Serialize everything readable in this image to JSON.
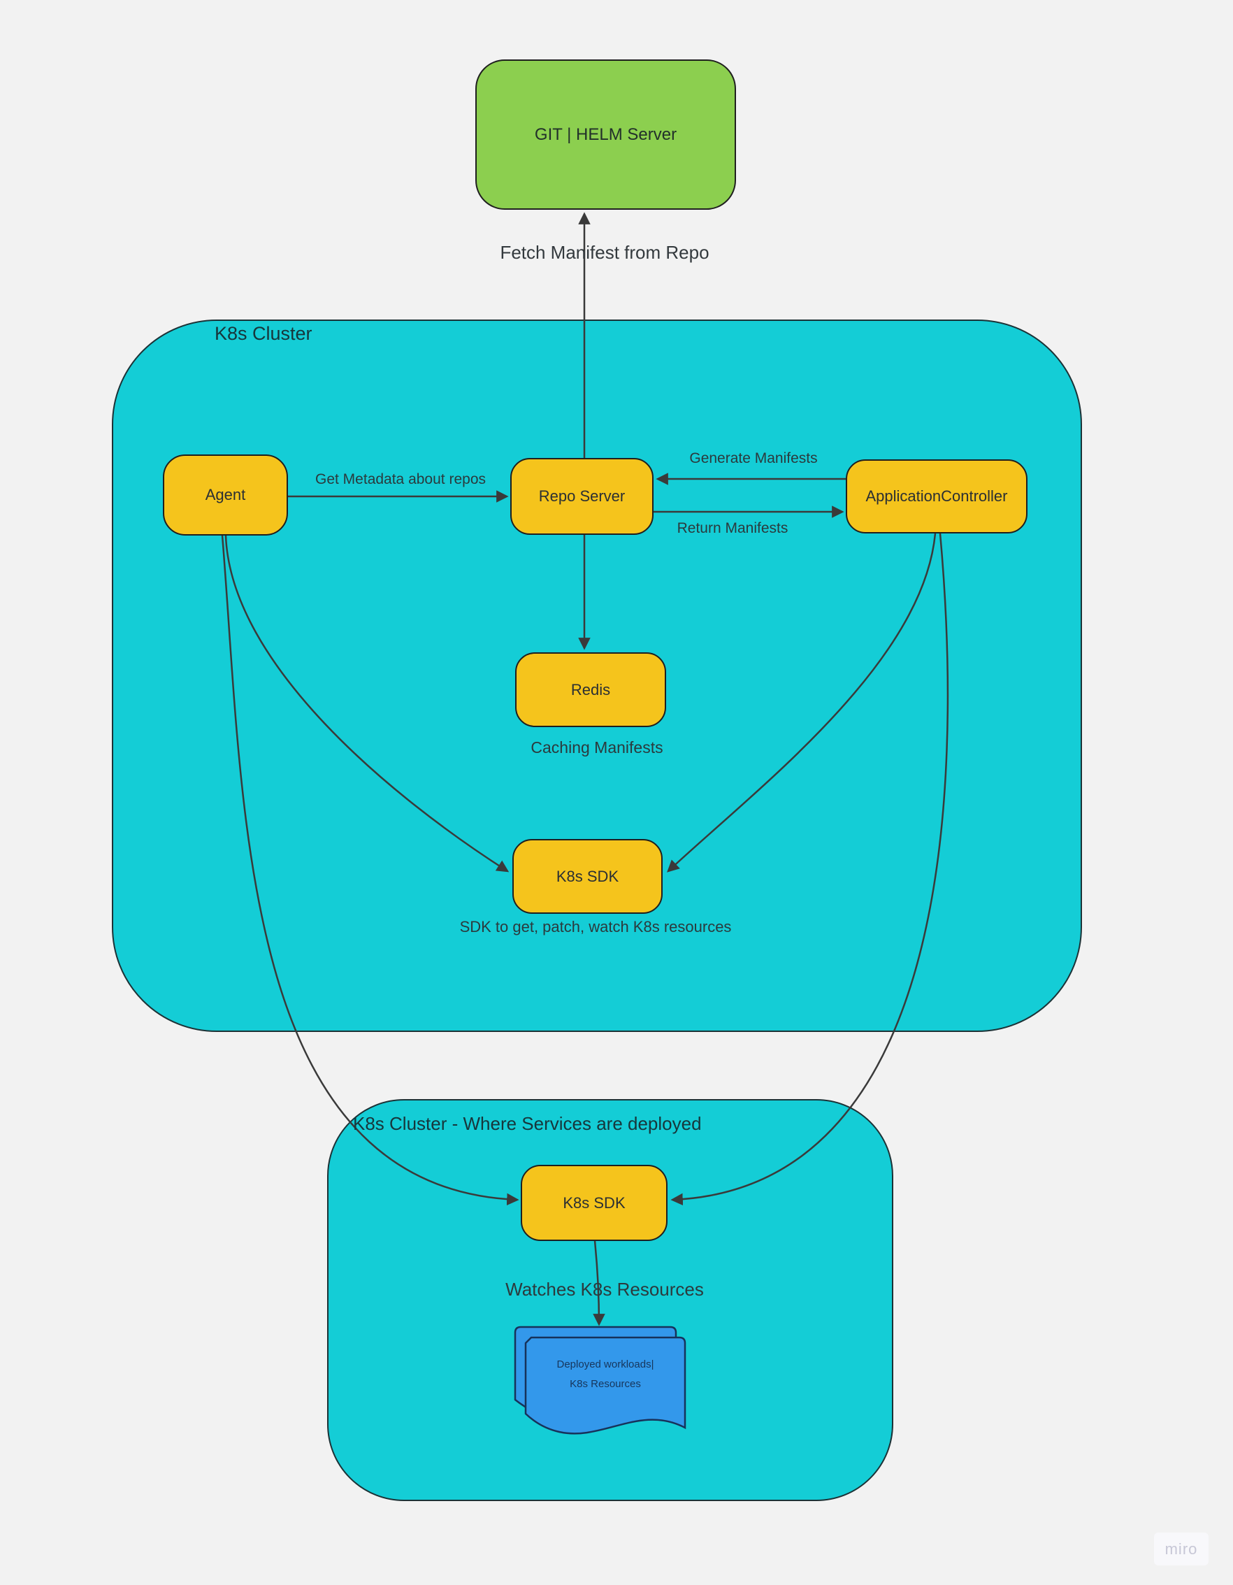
{
  "diagram": {
    "colors": {
      "background": "#f2f2f2",
      "cluster_fill": "#14cdd6",
      "node_fill": "#f5c41c",
      "server_fill": "#8ccf4f",
      "document_fill": "#3398eb",
      "line": "#3a3a3a"
    },
    "clusters": {
      "main": {
        "title": "K8s Cluster"
      },
      "deploy": {
        "title": "K8s Cluster - Where Services are deployed"
      }
    },
    "nodes": {
      "git_helm": {
        "label": "GIT | HELM Server"
      },
      "agent": {
        "label": "Agent"
      },
      "repo_server": {
        "label": "Repo Server"
      },
      "app_controller": {
        "label": "ApplicationController"
      },
      "redis": {
        "label": "Redis"
      },
      "k8s_sdk_main": {
        "label": "K8s SDK"
      },
      "k8s_sdk_deploy": {
        "label": "K8s SDK"
      },
      "workloads": {
        "line1": "Deployed workloads|",
        "line2": "K8s Resources"
      }
    },
    "labels": {
      "fetch_manifest": "Fetch Manifest from Repo",
      "get_metadata": "Get Metadata about repos",
      "generate_manifests": "Generate Manifests",
      "return_manifests": "Return Manifests",
      "caching_manifests": "Caching Manifests",
      "sdk_note": "SDK to get, patch, watch K8s resources",
      "watches_resources": "Watches K8s Resources"
    },
    "watermark": {
      "label": "miro"
    }
  }
}
